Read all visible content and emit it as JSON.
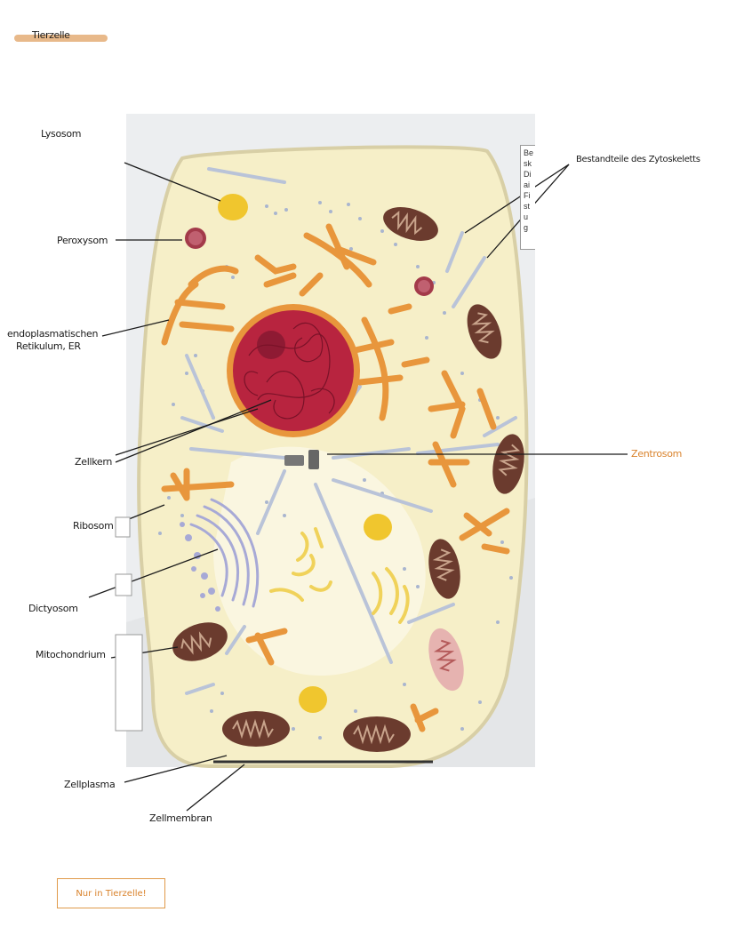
{
  "title": "Tierzelle",
  "labels": {
    "lysosom": "Lysosom",
    "peroxysom": "Peroxysom",
    "er_line1": "endoplasmatischen",
    "er_line2": "Retikulum, ER",
    "zellkern": "Zellkern",
    "ribosom": "Ribosom",
    "dictyosom": "Dictyosom",
    "mitochondrium": "Mitochondrium",
    "zellplasma": "Zellplasma",
    "zellmembran": "Zellmembran",
    "zytoskelett": "Bestandteile des Zytoskeletts",
    "zentrosom": "Zentrosom"
  },
  "textcard_fragments": [
    "Be",
    "sk",
    "Di",
    "ai",
    "Fi",
    "st",
    "u",
    "g"
  ],
  "note": "Nur in Tierzelle!",
  "colors": {
    "cytoplasm": "#f6efc8",
    "membrane": "#d8cfa6",
    "er": "#e8963c",
    "nucleus": "#b8243f",
    "mitochondrium": "#6b3b2e",
    "lysosom": "#f0c62e",
    "accent": "#d9822b",
    "title_bar": "#e8b98a"
  }
}
